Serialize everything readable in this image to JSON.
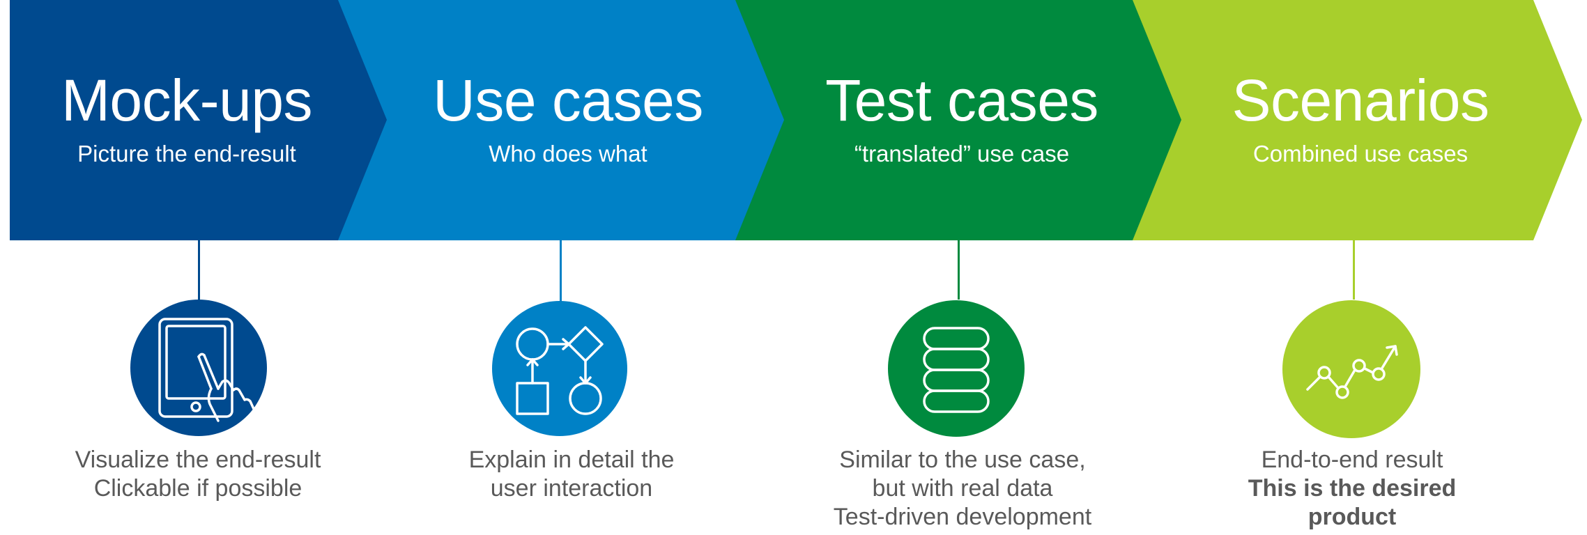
{
  "steps": [
    {
      "title": "Mock-ups",
      "subtitle": "Picture the end-result",
      "color": "#004a8f",
      "icon": "tablet-touch-icon",
      "description": [
        "Visualize the end-result",
        "Clickable if possible"
      ]
    },
    {
      "title": "Use cases",
      "subtitle": "Who does what",
      "color": "#0081c6",
      "icon": "flowchart-icon",
      "description": [
        "Explain in detail the",
        "user interaction"
      ]
    },
    {
      "title": "Test cases",
      "subtitle": "“translated” use case",
      "color": "#008a3e",
      "icon": "database-icon",
      "description": [
        "Similar to the use case,",
        "but with real data",
        "Test-driven development"
      ]
    },
    {
      "title": "Scenarios",
      "subtitle": "Combined use cases",
      "color": "#a8cf2c",
      "icon": "trend-line-icon",
      "description": [
        "End-to-end result"
      ],
      "description_emphasis": "This is the desired product"
    }
  ]
}
